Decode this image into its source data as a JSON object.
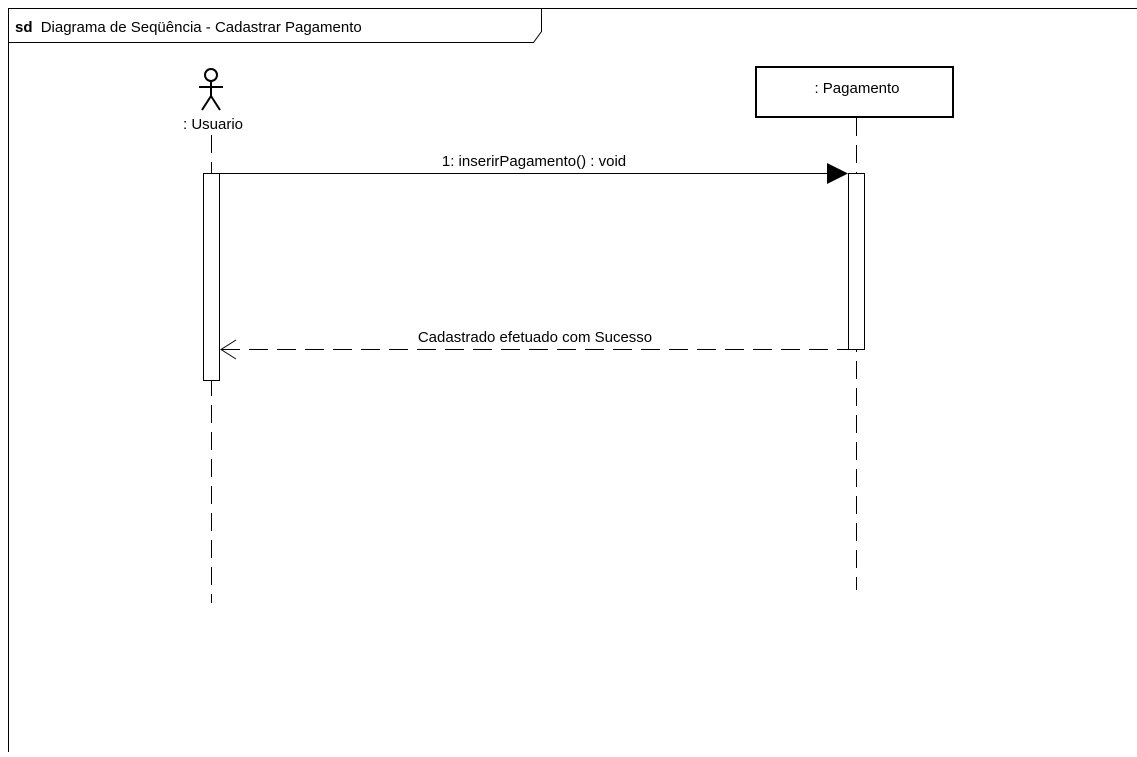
{
  "frame": {
    "keyword": "sd",
    "title": "Diagrama de Seqüência - Cadastrar Pagamento"
  },
  "lifelines": {
    "actor": {
      "label": ": Usuario"
    },
    "object": {
      "label": ": Pagamento"
    }
  },
  "messages": {
    "call": {
      "label": "1: inserirPagamento() : void"
    },
    "reply": {
      "label": "Cadastrado efetuado com Sucesso"
    }
  },
  "colors": {
    "line": "#000000",
    "background": "#ffffff"
  }
}
